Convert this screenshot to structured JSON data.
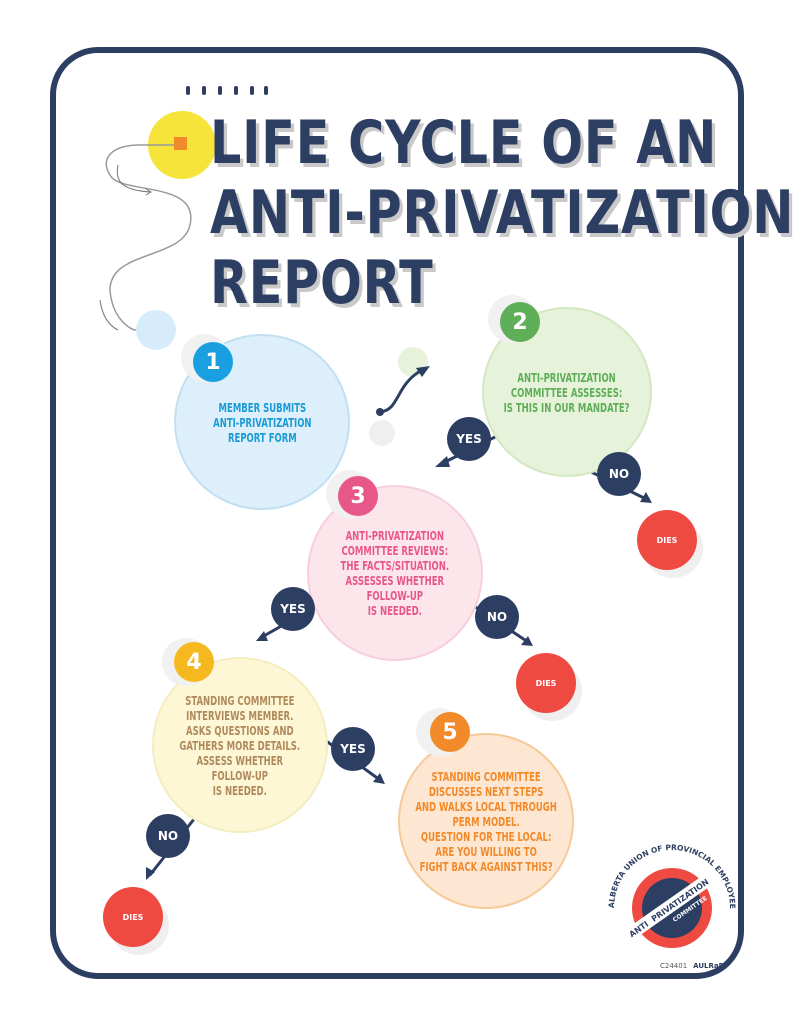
{
  "title": {
    "lines": [
      "LIFE CYCLE OF AN",
      "ANTI-PRIVATIZATION",
      "REPORT"
    ]
  },
  "colors": {
    "navy": "#2d3e63",
    "blue": "#1b9ad6",
    "green": "#5fae58",
    "pink": "#e8578a",
    "yellow": "#f6b81f",
    "orange": "#f28a2a",
    "red": "#ee4a42"
  },
  "steps": [
    {
      "number": "1",
      "text": "MEMBER SUBMITS\nANTI-PRIVATIZATION\nREPORT FORM"
    },
    {
      "number": "2",
      "text": "ANTI-PRIVATIZATION\nCOMMITTEE ASSESSES:\nIS THIS IN OUR MANDATE?"
    },
    {
      "number": "3",
      "text": "ANTI-PRIVATIZATION\nCOMMITTEE REVIEWS:\nTHE FACTS/SITUATION.\nASSESSES WHETHER\nFOLLOW-UP\nIS NEEDED."
    },
    {
      "number": "4",
      "text": "STANDING COMMITTEE\nINTERVIEWS MEMBER.\nASKS QUESTIONS AND\nGATHERS MORE DETAILS.\nASSESS WHETHER\nFOLLOW-UP\nIS NEEDED."
    },
    {
      "number": "5",
      "text": "STANDING COMMITTEE\nDISCUSSES NEXT STEPS\nAND WALKS LOCAL THROUGH\nPERM MODEL.\nQUESTION FOR THE LOCAL:\nARE YOU WILLING TO\nFIGHT BACK AGAINST THIS?"
    }
  ],
  "decisions": {
    "yes": "YES",
    "no": "NO",
    "dies": "DIES"
  },
  "logo": {
    "org": "ALBERTA UNION OF PROVINCIAL EMPLOYEES",
    "anti": "ANTI",
    "privatization": "PRIVATIZATION",
    "committee": "COMMITTEE"
  },
  "footer": {
    "code": "C24401",
    "union_bug": "AULRaP"
  }
}
